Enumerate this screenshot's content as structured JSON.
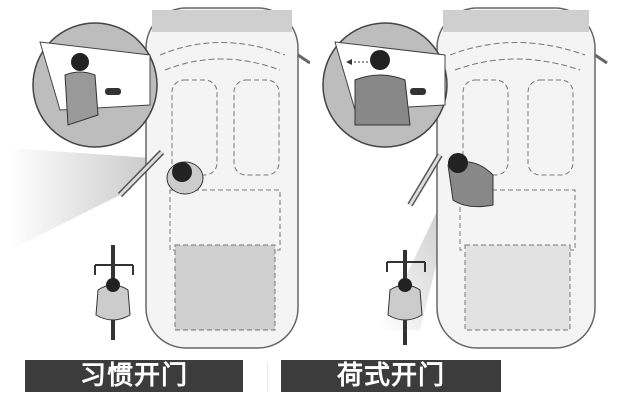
{
  "figure": {
    "left_panel": {
      "label": "习惯开门",
      "description": "habitual door opening with near hand",
      "colors": {
        "bar": "#3c3c3c",
        "text": "#ffffff"
      }
    },
    "right_panel": {
      "label": "荷式开门",
      "description": "Dutch reach door opening with far hand",
      "colors": {
        "bar": "#3c3c3c",
        "text": "#ffffff"
      }
    }
  }
}
